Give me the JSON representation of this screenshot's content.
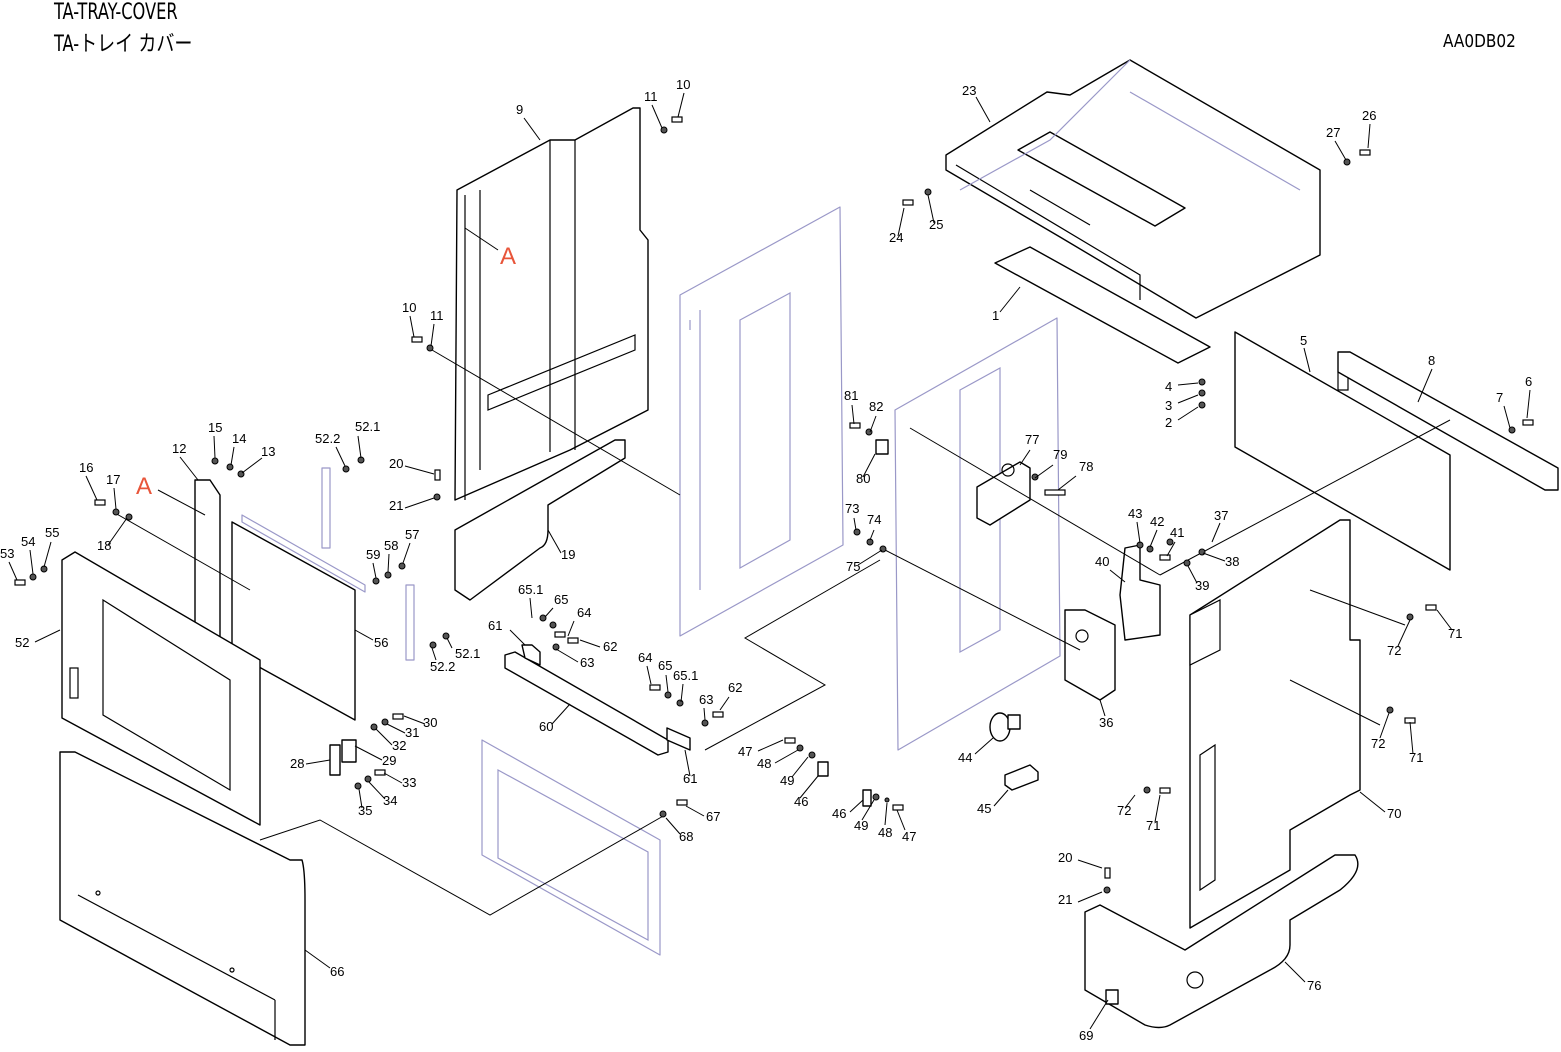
{
  "header": {
    "title_en": "TA-TRAY-COVER",
    "title_ja": "TA-トレイ カバー",
    "drawing_code": "AA0DB02"
  },
  "reference_marks": [
    {
      "id": "ref-a-left",
      "label": "A"
    },
    {
      "id": "ref-a-top",
      "label": "A"
    }
  ],
  "colors": {
    "line": "#000000",
    "hidden_part": "#9a98c8",
    "reference_mark": "#e8553a"
  },
  "callouts": [
    {
      "label": "1"
    },
    {
      "label": "2"
    },
    {
      "label": "3"
    },
    {
      "label": "4"
    },
    {
      "label": "5"
    },
    {
      "label": "6"
    },
    {
      "label": "7"
    },
    {
      "label": "8"
    },
    {
      "label": "9"
    },
    {
      "label": "10"
    },
    {
      "label": "11"
    },
    {
      "label": "10"
    },
    {
      "label": "11"
    },
    {
      "label": "12"
    },
    {
      "label": "13"
    },
    {
      "label": "14"
    },
    {
      "label": "15"
    },
    {
      "label": "16"
    },
    {
      "label": "17"
    },
    {
      "label": "18"
    },
    {
      "label": "19"
    },
    {
      "label": "20"
    },
    {
      "label": "21"
    },
    {
      "label": "20"
    },
    {
      "label": "21"
    },
    {
      "label": "23"
    },
    {
      "label": "24"
    },
    {
      "label": "25"
    },
    {
      "label": "26"
    },
    {
      "label": "27"
    },
    {
      "label": "28"
    },
    {
      "label": "29"
    },
    {
      "label": "30"
    },
    {
      "label": "31"
    },
    {
      "label": "32"
    },
    {
      "label": "33"
    },
    {
      "label": "34"
    },
    {
      "label": "35"
    },
    {
      "label": "36"
    },
    {
      "label": "37"
    },
    {
      "label": "38"
    },
    {
      "label": "39"
    },
    {
      "label": "40"
    },
    {
      "label": "41"
    },
    {
      "label": "42"
    },
    {
      "label": "43"
    },
    {
      "label": "44"
    },
    {
      "label": "45"
    },
    {
      "label": "46"
    },
    {
      "label": "46"
    },
    {
      "label": "47"
    },
    {
      "label": "47"
    },
    {
      "label": "48"
    },
    {
      "label": "48"
    },
    {
      "label": "49"
    },
    {
      "label": "49"
    },
    {
      "label": "52"
    },
    {
      "label": "52.1"
    },
    {
      "label": "52.2"
    },
    {
      "label": "52.1"
    },
    {
      "label": "52.2"
    },
    {
      "label": "53"
    },
    {
      "label": "54"
    },
    {
      "label": "55"
    },
    {
      "label": "56"
    },
    {
      "label": "57"
    },
    {
      "label": "58"
    },
    {
      "label": "59"
    },
    {
      "label": "60"
    },
    {
      "label": "61"
    },
    {
      "label": "61"
    },
    {
      "label": "62"
    },
    {
      "label": "62"
    },
    {
      "label": "63"
    },
    {
      "label": "63"
    },
    {
      "label": "64"
    },
    {
      "label": "64"
    },
    {
      "label": "65"
    },
    {
      "label": "65"
    },
    {
      "label": "65.1"
    },
    {
      "label": "65.1"
    },
    {
      "label": "66"
    },
    {
      "label": "67"
    },
    {
      "label": "68"
    },
    {
      "label": "69"
    },
    {
      "label": "70"
    },
    {
      "label": "71"
    },
    {
      "label": "71"
    },
    {
      "label": "71"
    },
    {
      "label": "72"
    },
    {
      "label": "72"
    },
    {
      "label": "72"
    },
    {
      "label": "73"
    },
    {
      "label": "74"
    },
    {
      "label": "75"
    },
    {
      "label": "76"
    },
    {
      "label": "77"
    },
    {
      "label": "78"
    },
    {
      "label": "79"
    },
    {
      "label": "80"
    },
    {
      "label": "81"
    },
    {
      "label": "82"
    }
  ]
}
